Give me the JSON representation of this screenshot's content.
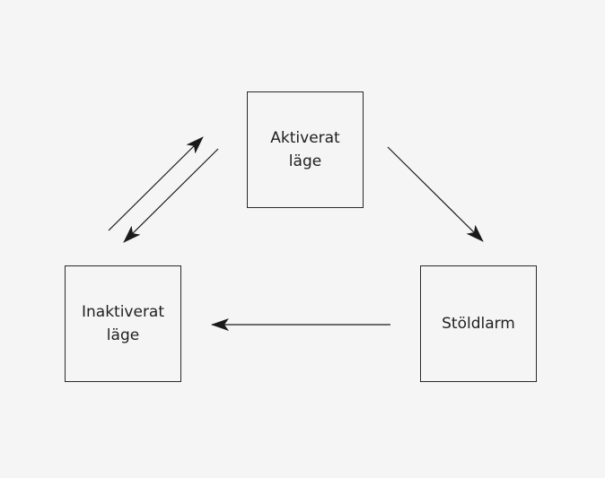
{
  "states": {
    "activated": {
      "line1": "Aktiverat",
      "line2": "läge"
    },
    "inactive": {
      "line1": "Inaktiverat",
      "line2": "läge"
    },
    "alarm": {
      "line1": "Stöldlarm"
    }
  },
  "transitions": [
    {
      "from": "inactive",
      "to": "activated"
    },
    {
      "from": "activated",
      "to": "inactive"
    },
    {
      "from": "activated",
      "to": "alarm"
    },
    {
      "from": "alarm",
      "to": "inactive"
    }
  ],
  "colors": {
    "background": "#f4f5f4",
    "stroke": "#1a1a1a",
    "text": "#1f1f1f"
  }
}
